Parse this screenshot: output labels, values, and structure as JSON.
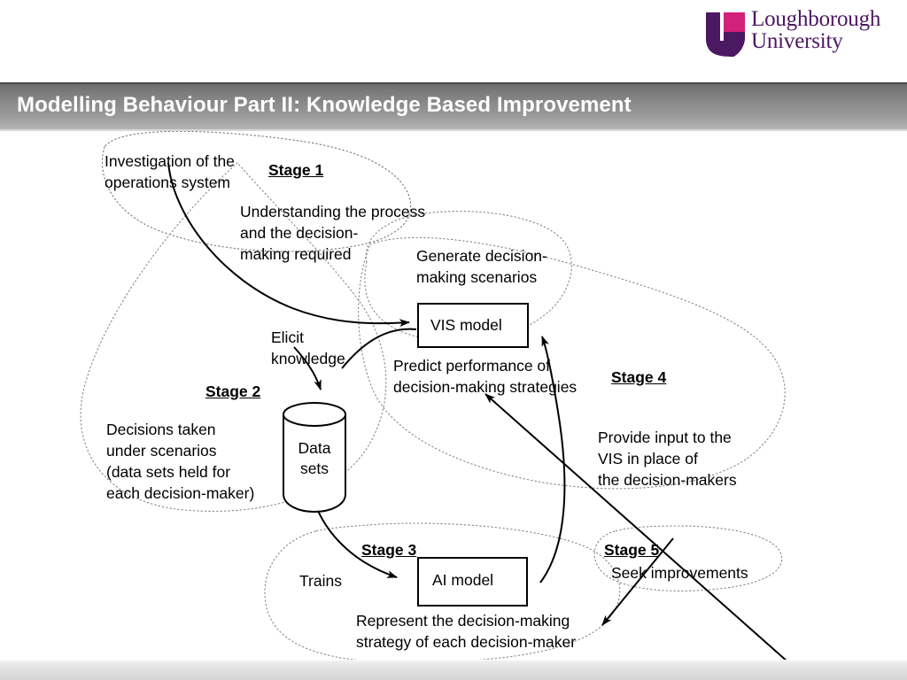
{
  "slide": {
    "title": "Modelling Behaviour Part II: Knowledge Based Improvement",
    "brand": {
      "name_line1": "Loughborough",
      "name_line2": "University",
      "shield_color": "#4B1862",
      "accent_color": "#D1217A",
      "wordmark_color": "#4B1862"
    },
    "banner": {
      "gradient_from": "#6d6d6d",
      "gradient_to": "#b5b5b5",
      "text_color": "#ffffff"
    },
    "footer": {
      "gradient_from": "#f2f2f2",
      "gradient_to": "#d4d4d4"
    }
  },
  "diagram": {
    "nodes": [
      {
        "id": "vis-model",
        "label": "VIS model",
        "shape": "rectangle"
      },
      {
        "id": "ai-model",
        "label": "AI model",
        "shape": "rectangle"
      },
      {
        "id": "data-sets",
        "label": "Data\nsets",
        "shape": "cylinder"
      }
    ],
    "stages": [
      {
        "id": "stage-1",
        "label": "Stage 1"
      },
      {
        "id": "stage-2",
        "label": "Stage 2"
      },
      {
        "id": "stage-3",
        "label": "Stage 3"
      },
      {
        "id": "stage-4",
        "label": "Stage 4"
      },
      {
        "id": "stage-5",
        "label": "Stage 5"
      }
    ],
    "annotations": [
      {
        "id": "investigation",
        "text": "Investigation of the\noperations system"
      },
      {
        "id": "understanding",
        "text": "Understanding the process\nand the decision-\nmaking required"
      },
      {
        "id": "generate-scenarios",
        "text": "Generate decision-\nmaking scenarios"
      },
      {
        "id": "elicit-knowledge",
        "text": "Elicit\nknowledge"
      },
      {
        "id": "predict-performance",
        "text": "Predict performance of\ndecision-making strategies"
      },
      {
        "id": "decisions-taken",
        "text": "Decisions taken\nunder scenarios\n(data sets held for\neach decision-maker)"
      },
      {
        "id": "provide-input",
        "text": "Provide input to the\nVIS in place of\nthe decision-makers"
      },
      {
        "id": "trains",
        "text": "Trains"
      },
      {
        "id": "seek-improvements",
        "text": "Seek improvements"
      },
      {
        "id": "represent-strategy",
        "text": "Represent the decision-making\nstrategy of each decision-maker"
      }
    ]
  }
}
